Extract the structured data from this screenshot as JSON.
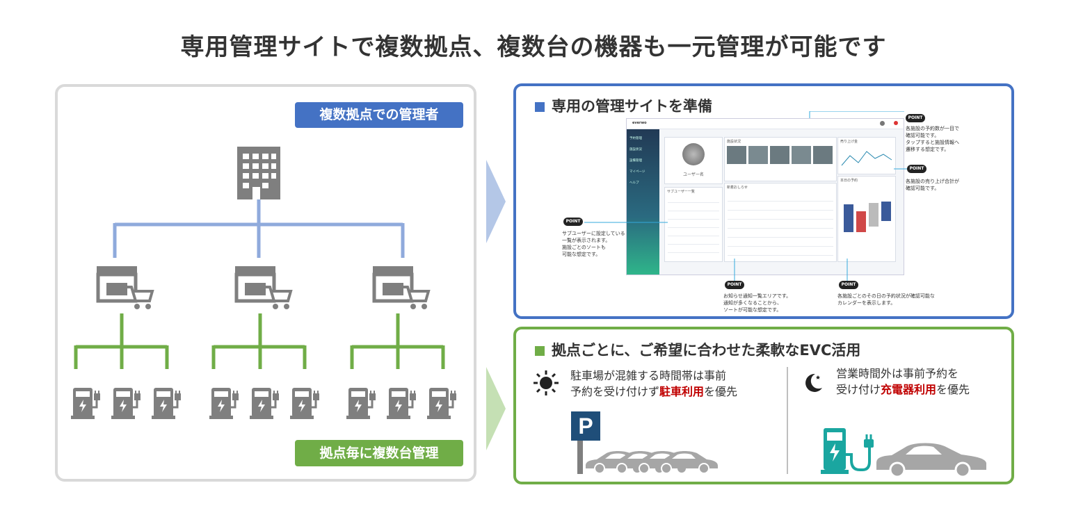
{
  "title": "専用管理サイトで複数拠点、複数台の機器も一元管理が可能です",
  "left_panel": {
    "top_tag": "複数拠点での管理者",
    "bottom_tag": "拠点毎に複数台管理"
  },
  "box1": {
    "heading": "専用の管理サイトを準備",
    "point_label": "POINT",
    "notes": {
      "top_right": "各施設の予約数が一目で\n確認可能です。\nタップすると施設情報へ\n遷移する想定です。",
      "mid_right": "各施設の売り上げ合計が\n確認可能です。",
      "left": "サブユーザーに設定している\n一覧が表示されます。\n施設ごとのソートも\n可能な想定です。",
      "bottom_mid": "お知らせ通知一覧エリアです。\n通知が多くなることから、\nソートが可能な想定です。",
      "bottom_right": "各施設ごとのその日の予約状況が確認可能な\nカレンダーを表示します。"
    },
    "mock": {
      "logo": "everwo",
      "user_name": "ユーザー名",
      "nav": [
        "予約管理",
        "施設状況",
        "設備管理",
        "マイページ",
        "ヘルプ"
      ],
      "section_facility": "施設状況",
      "section_sales": "売り上げ金",
      "section_sub": "サブユーザー一覧",
      "section_news": "新着おしらせ",
      "section_today": "本日の予約"
    }
  },
  "box2": {
    "heading": "拠点ごとに、ご希望に合わせた柔軟なEVC活用",
    "left_line1": "駐車場が混雑する時間帯は事前",
    "left_line2_pre": "予約を受け付けず",
    "left_line2_hl": "駐車利用",
    "left_line2_post": "を優先",
    "right_line1": "営業時間外は事前予約を",
    "right_line2_pre": "受け付け",
    "right_line2_hl": "充電器利用",
    "right_line2_post": "を優先",
    "parking_sign": "P"
  },
  "colors": {
    "blue": "#4472c4",
    "green": "#70ad47",
    "gray": "#7f7f7f",
    "red": "#c00000",
    "teal": "#1aa6a0"
  }
}
